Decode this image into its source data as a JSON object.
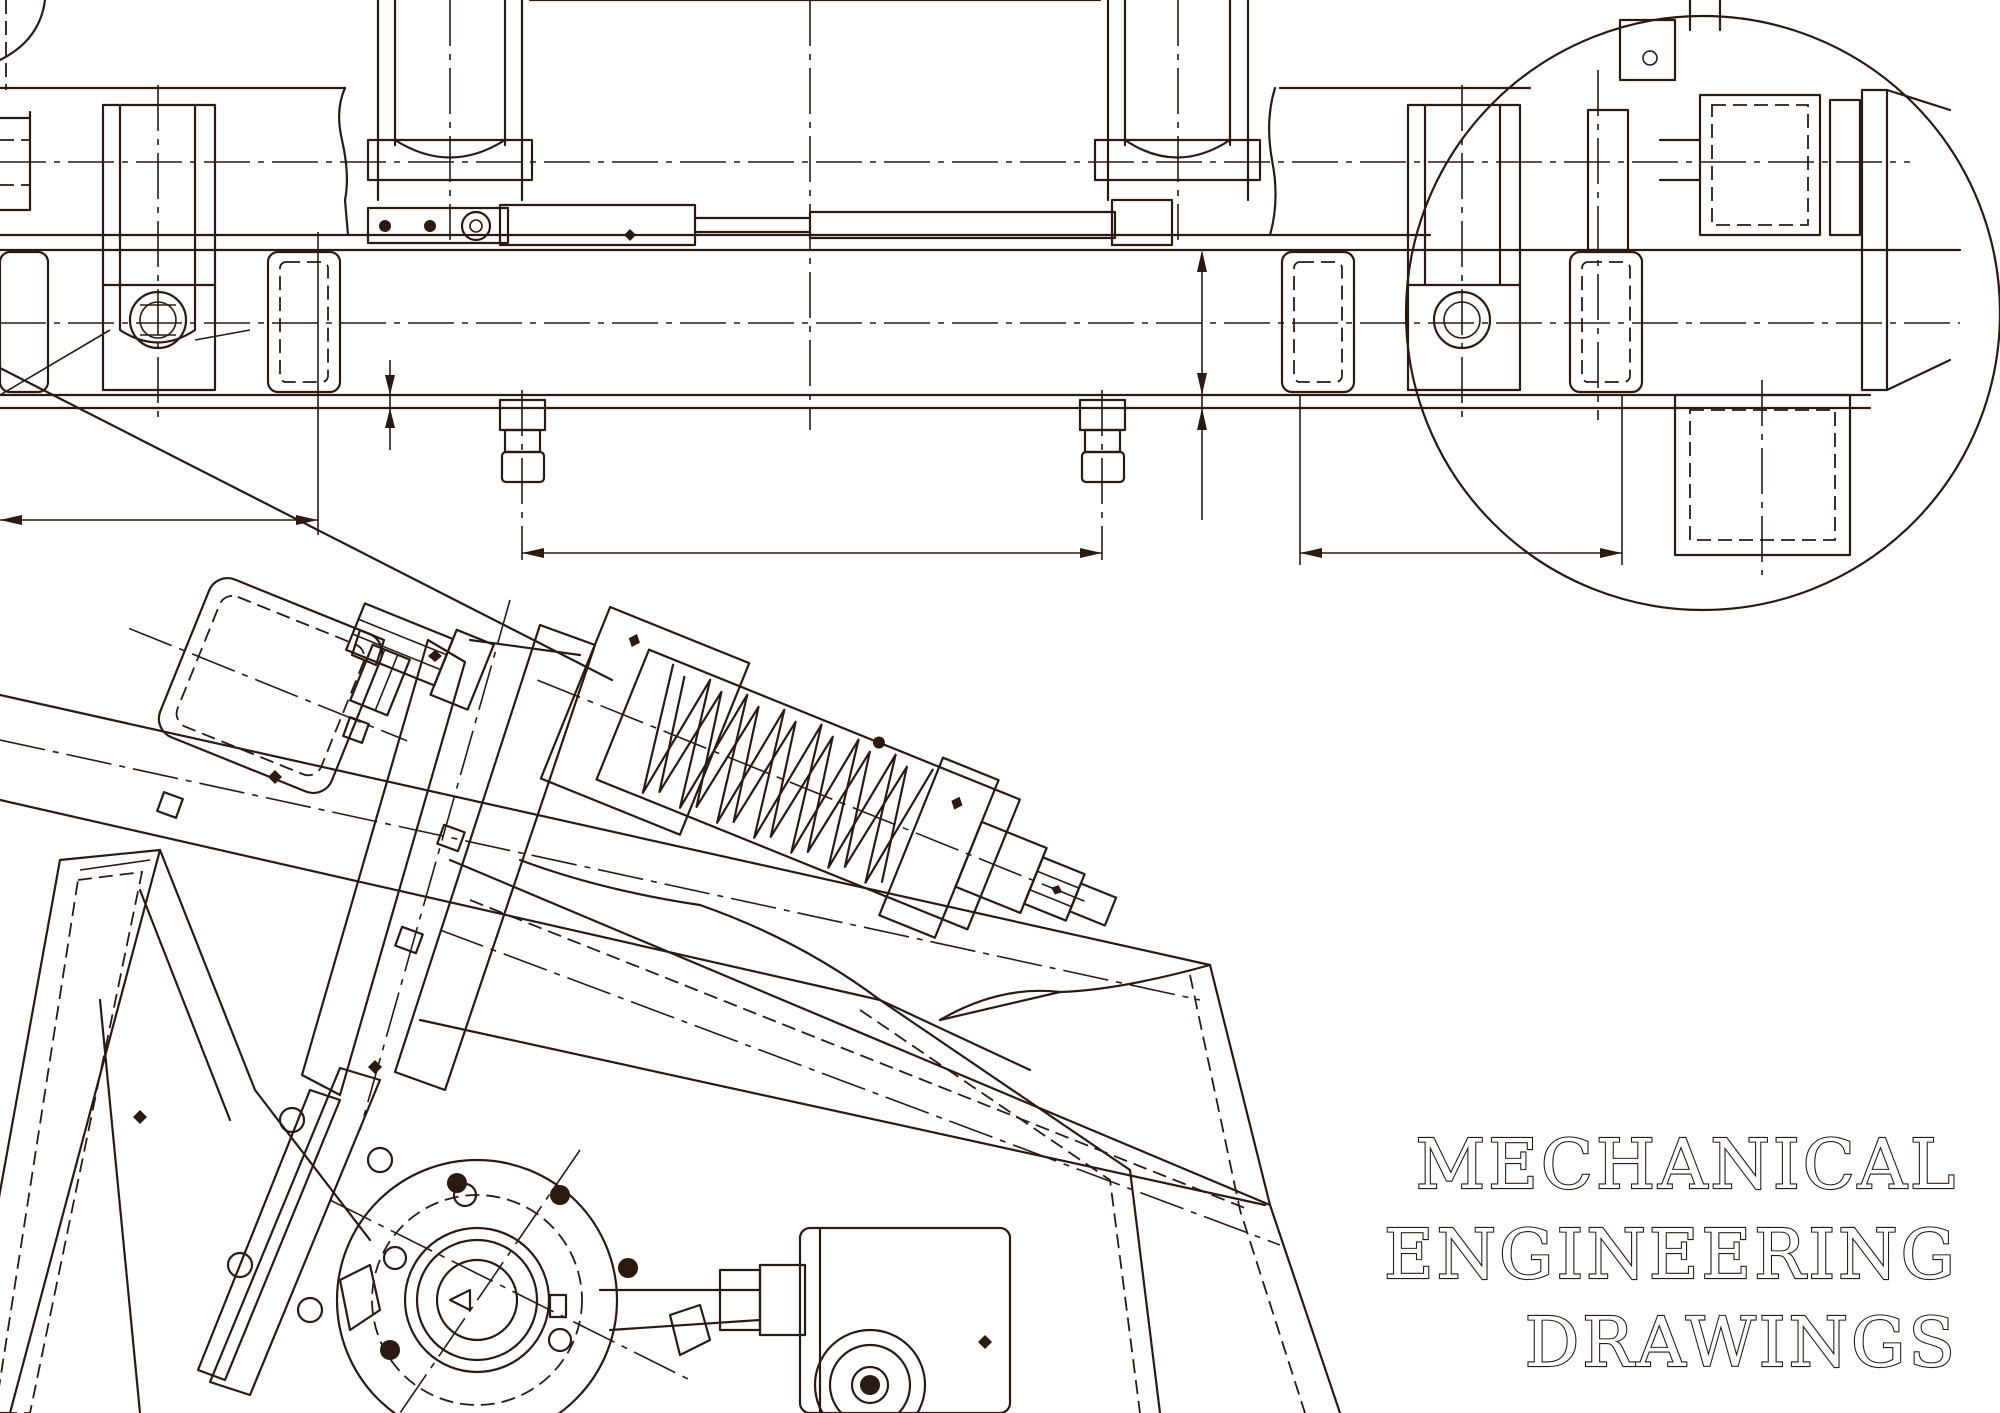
{
  "title": {
    "line1": "MECHANICAL",
    "line2": "ENGINEERING",
    "line3": "DRAWINGS"
  },
  "colors": {
    "ink": "#2b1a12",
    "paper": "#ffffff"
  }
}
